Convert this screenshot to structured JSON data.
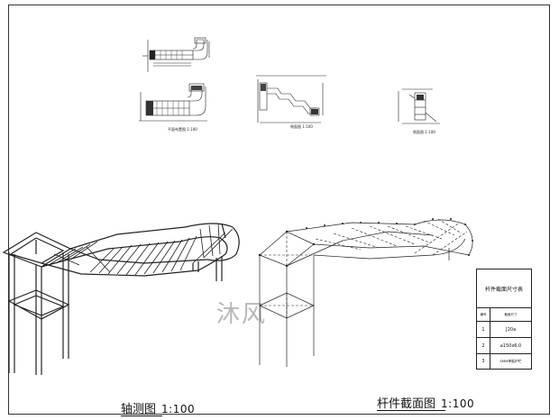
{
  "sheet": {
    "main_captions": [
      {
        "title": "轴测图",
        "scale": "1:100"
      },
      {
        "title": "杆件截面图",
        "scale": "1:100"
      }
    ],
    "mini_captions": [
      "平面布置图 1:100",
      "侧面图 1:100",
      "侧面图 1:100"
    ]
  },
  "section_table": {
    "title": "杆件截面尺寸表",
    "header": {
      "no": "编号",
      "size": "截面尺寸"
    },
    "rows": [
      {
        "no": "1",
        "size": "[20a"
      },
      {
        "no": "2",
        "size": "⌀150x6.0"
      },
      {
        "no": "3",
        "size": "SMM单板护栏"
      }
    ]
  },
  "watermark": {
    "text": "沐风"
  },
  "colors": {
    "line": "#222222",
    "watermark": "#b8b8b8"
  }
}
